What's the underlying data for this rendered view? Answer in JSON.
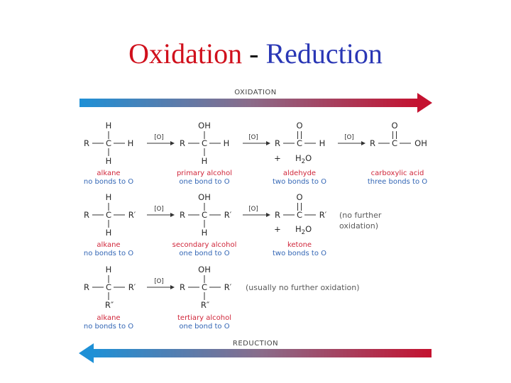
{
  "title": {
    "oxidation": "Oxidation",
    "separator": "-",
    "reduction": "Reduction"
  },
  "diagram": {
    "oxidation_label": "OXIDATION",
    "reduction_label": "REDUCTION",
    "arrow_colors": {
      "start": "#1e90d6",
      "end": "#c41230"
    },
    "reagent": "[O]",
    "rows": [
      {
        "molecules": [
          {
            "name": "alkane",
            "bonds": "no bonds to O"
          },
          {
            "name": "primary alcohol",
            "bonds": "one bond to O"
          },
          {
            "name": "aldehyde",
            "bonds": "two bonds to O"
          },
          {
            "name": "carboxylic acid",
            "bonds": "three bonds to O"
          }
        ]
      },
      {
        "molecules": [
          {
            "name": "alkane",
            "bonds": "no bonds to O"
          },
          {
            "name": "secondary alcohol",
            "bonds": "one bond to O"
          },
          {
            "name": "ketone",
            "bonds": "two bonds to O"
          }
        ],
        "note": [
          "(no further",
          "oxidation)"
        ]
      },
      {
        "molecules": [
          {
            "name": "alkane",
            "bonds": "no bonds to O"
          },
          {
            "name": "tertiary alcohol",
            "bonds": "one bond to O"
          }
        ],
        "note": [
          "(usually no further oxidation)"
        ]
      }
    ],
    "byproduct": {
      "plus": "+",
      "water": "H",
      "water_sub": "2",
      "water_tail": "O"
    }
  }
}
